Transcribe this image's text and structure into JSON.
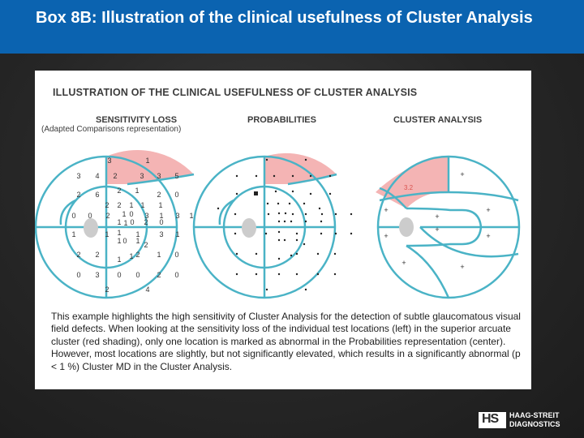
{
  "slide": {
    "title": "Box 8B: Illustration of the clinical usefulness of Cluster Analysis"
  },
  "figure": {
    "heading": "ILLUSTRATION OF THE CLINICAL USEFULNESS OF CLUSTER ANALYSIS",
    "columns": {
      "sensitivity": "SENSITIVITY LOSS",
      "sensitivity_sub": "(Adapted Comparisons representation)",
      "probabilities": "PROBABILITIES",
      "cluster": "CLUSTER ANALYSIS"
    },
    "caption": "This example highlights the high sensitivity of Cluster Analysis for the detection of subtle glaucomatous visual field defects. When looking at the sensitivity loss of the individual test locations (left) in the superior arcuate cluster (red shading), only one location is marked as abnormal in the Probabilities representation (center). However, most locations are slightly, but not significantly elevated, which results in a significantly abnormal (p < 1 %) Cluster MD in the Cluster Analysis.",
    "cluster_value": "3.2",
    "plus": "+",
    "sensitivity_values": [
      [
        "3",
        "1"
      ],
      [
        "3",
        "4",
        "2",
        "3",
        "3",
        "5"
      ],
      [
        "2",
        "6",
        "2",
        "1",
        "2",
        "0"
      ],
      [
        "0",
        "2",
        "2",
        "1",
        "1",
        "1"
      ],
      [
        "0",
        "2",
        "1",
        "0",
        "3",
        "1",
        "3",
        "1"
      ],
      [
        "1",
        "1",
        "0",
        "2",
        "0"
      ],
      [
        "1",
        "1",
        "1",
        "1",
        "3",
        "1"
      ],
      [
        "1",
        "0",
        "1",
        "2",
        "1"
      ],
      [
        "2",
        "2",
        "1",
        "2",
        "1",
        "0"
      ],
      [
        "0",
        "3",
        "0",
        "0",
        "2",
        "0"
      ],
      [
        "2",
        "4"
      ]
    ]
  },
  "colors": {
    "title_bar": "#0b63b0",
    "ring": "#4ab3c6",
    "cluster_shade": "#f4b4b4",
    "blind_spot": "#cccccc"
  },
  "branding": {
    "mark": "HS",
    "line1": "HAAG-STREIT",
    "line2": "DIAGNOSTICS"
  }
}
